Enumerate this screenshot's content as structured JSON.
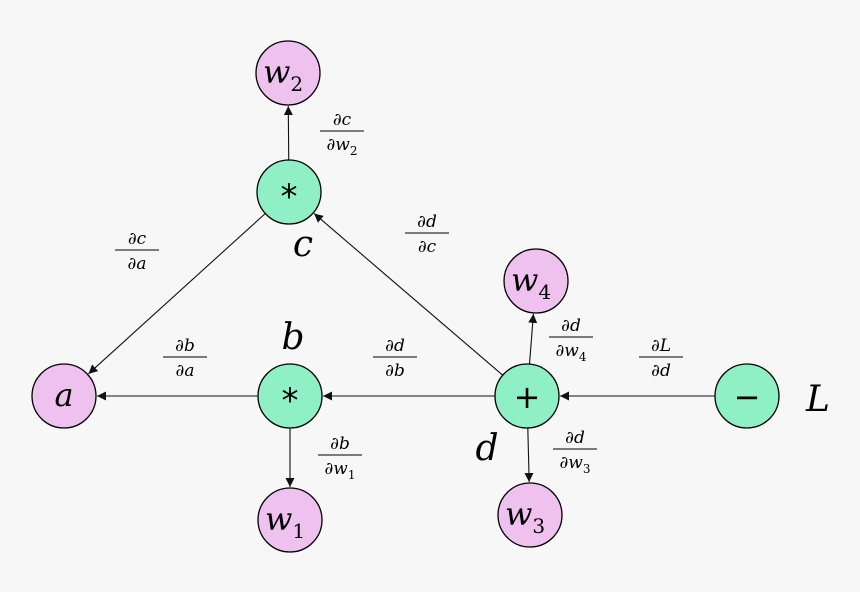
{
  "colors": {
    "background": "#f7f7f7",
    "variable_fill": "#eec1ee",
    "operation_fill": "#8ff0c6",
    "stroke": "#000000"
  },
  "nodes": {
    "a": {
      "text": "a",
      "kind": "variable"
    },
    "b": {
      "text": "*",
      "kind": "operation",
      "label": "b"
    },
    "c": {
      "text": "*",
      "kind": "operation",
      "label": "c"
    },
    "d": {
      "text": "+",
      "kind": "operation",
      "label": "d"
    },
    "L": {
      "text": "−",
      "kind": "operation",
      "label": "L"
    },
    "w1": {
      "text": "w",
      "sub": "1",
      "kind": "variable"
    },
    "w2": {
      "text": "w",
      "sub": "2",
      "kind": "variable"
    },
    "w3": {
      "text": "w",
      "sub": "3",
      "kind": "variable"
    },
    "w4": {
      "text": "w",
      "sub": "4",
      "kind": "variable"
    }
  },
  "edges": [
    {
      "from": "c",
      "to": "w2",
      "num": "∂c",
      "den": "∂w",
      "den_sub": "2"
    },
    {
      "from": "c",
      "to": "a",
      "num": "∂c",
      "den": "∂a",
      "den_sub": ""
    },
    {
      "from": "d",
      "to": "c",
      "num": "∂d",
      "den": "∂c",
      "den_sub": ""
    },
    {
      "from": "b",
      "to": "a",
      "num": "∂b",
      "den": "∂a",
      "den_sub": ""
    },
    {
      "from": "b",
      "to": "w1",
      "num": "∂b",
      "den": "∂w",
      "den_sub": "1"
    },
    {
      "from": "d",
      "to": "b",
      "num": "∂d",
      "den": "∂b",
      "den_sub": ""
    },
    {
      "from": "d",
      "to": "w4",
      "num": "∂d",
      "den": "∂w",
      "den_sub": "4"
    },
    {
      "from": "d",
      "to": "w3",
      "num": "∂d",
      "den": "∂w",
      "den_sub": "3"
    },
    {
      "from": "L",
      "to": "d",
      "num": "∂L",
      "den": "∂d",
      "den_sub": ""
    }
  ]
}
